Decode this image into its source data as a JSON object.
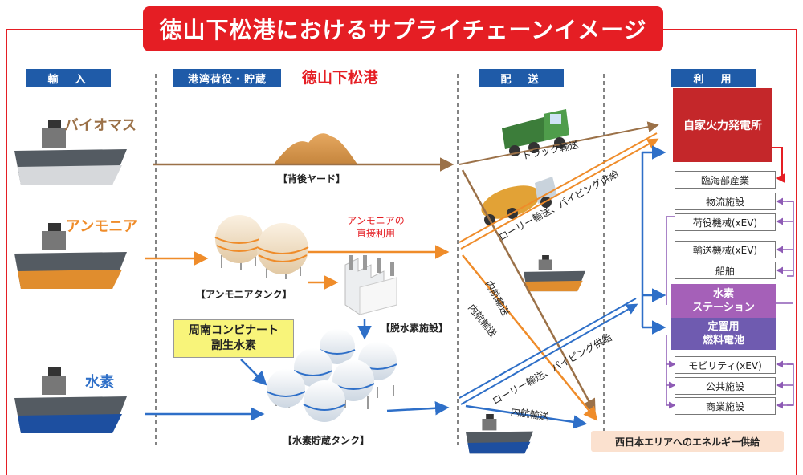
{
  "title": "徳山下松港におけるサプライチェーンイメージ",
  "columns": {
    "import": "輸　入",
    "storage": "港湾荷役・貯蔵",
    "port_name": "徳山下松港",
    "delivery": "配　送",
    "use": "利　用"
  },
  "imports": {
    "biomass": "バイオマス",
    "ammonia": "アンモニア",
    "hydrogen": "水素"
  },
  "facilities": {
    "yard": "【背後ヤード】",
    "ammonia_tank": "【アンモニアタンク】",
    "dehydrogenation": "【脱水素施設】",
    "hydrogen_tank": "【水素貯蔵タンク】",
    "byproduct": [
      "周南コンビナート",
      "副生水素"
    ]
  },
  "annotations": {
    "ammonia_direct": [
      "アンモニアの",
      "直接利用"
    ]
  },
  "routes": {
    "truck": "トラック輸送",
    "lorry_pipe_upper": "ローリー輸送、パイピング供給",
    "coastal_1": "内航輸送",
    "coastal_2": "内航輸送",
    "lorry_pipe_lower": "ローリー輸送、パイピング供給",
    "coastal_3": "内航輸送"
  },
  "uses": {
    "power_plant": "自家火力発電所",
    "list": [
      "臨海部産業",
      "物流施設",
      "荷役機械(xEV)",
      "輸送機械(xEV)",
      "船舶"
    ],
    "h2_station": [
      "水素",
      "ステーション"
    ],
    "fuel_cell": [
      "定置用",
      "燃料電池"
    ],
    "list2": [
      "モビリティ(xEV)",
      "公共施設",
      "商業施設"
    ],
    "west_japan": "西日本エリアへのエネルギー供給"
  },
  "colors": {
    "red": "#e51e24",
    "blue": "#1f5ba8",
    "biomass": "#9b7148",
    "ammonia": "#ef8c2a",
    "hydrogen": "#2e6fc8",
    "purple": "#8e5bb5",
    "power_plant": "#c4272a"
  }
}
